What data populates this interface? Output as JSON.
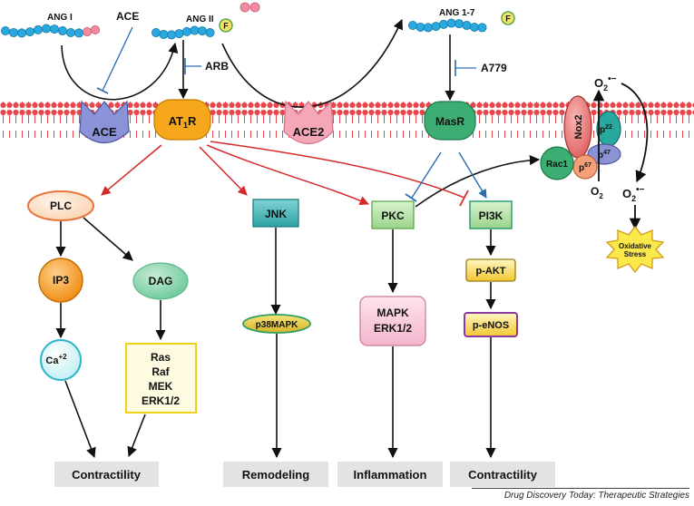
{
  "peptides": {
    "ang1": "ANG I",
    "ang2": "ANG II",
    "ang17": "ANG 1-7",
    "f_marker": "F"
  },
  "enzymes_inhibitors": {
    "ace_top": "ACE",
    "arb": "ARB",
    "a779": "A779"
  },
  "receptors": {
    "ace": "ACE",
    "at1r_main": "AT",
    "at1r_sub": "1",
    "at1r_end": "R",
    "ace2": "ACE2",
    "masr": "MasR"
  },
  "nox": {
    "nox2": "Nox2",
    "p22": "p",
    "p22_sup": "22",
    "p47": "p",
    "p47_sup": "47",
    "p67": "p",
    "p67_sup": "67",
    "rac1": "Rac1",
    "o2_top": "O",
    "o2_top_sub": "2",
    "o2_top_sup": "•−",
    "o2_bottom": "O",
    "o2_bottom_sub": "2",
    "o2_right": "O",
    "o2_right_sub": "2",
    "o2_right_sup": "•−",
    "oxidative_stress_line1": "Oxidative",
    "oxidative_stress_line2": "Stress"
  },
  "signaling": {
    "plc": "PLC",
    "ip3": "IP3",
    "ca": "Ca",
    "ca_sup": "+2",
    "dag": "DAG",
    "ras_box": [
      "Ras",
      "Raf",
      "MEK",
      "ERK1/2"
    ],
    "jnk": "JNK",
    "p38": "p38MAPK",
    "pkc": "PKC",
    "mapk_box": [
      "MAPK",
      "ERK1/2"
    ],
    "pi3k": "PI3K",
    "pakt": "p-AKT",
    "penos": "p-eNOS"
  },
  "outcomes": {
    "contractility_left": "Contractility",
    "remodeling": "Remodeling",
    "inflammation": "Inflammation",
    "contractility_right": "Contractility"
  },
  "footer": "Drug Discovery Today: Therapeutic Strategies",
  "colors": {
    "chain_blue": "#29a9e0",
    "chain_pink": "#f28aa0",
    "membrane": "#e8474c",
    "red_arrow": "#d42a2a",
    "blue_line": "#2a6db0",
    "ace_purple": "#8a93d6",
    "at1r_orange": "#f6a71c",
    "ace2_pink": "#f5a7b8",
    "masr_green": "#3cae74"
  }
}
